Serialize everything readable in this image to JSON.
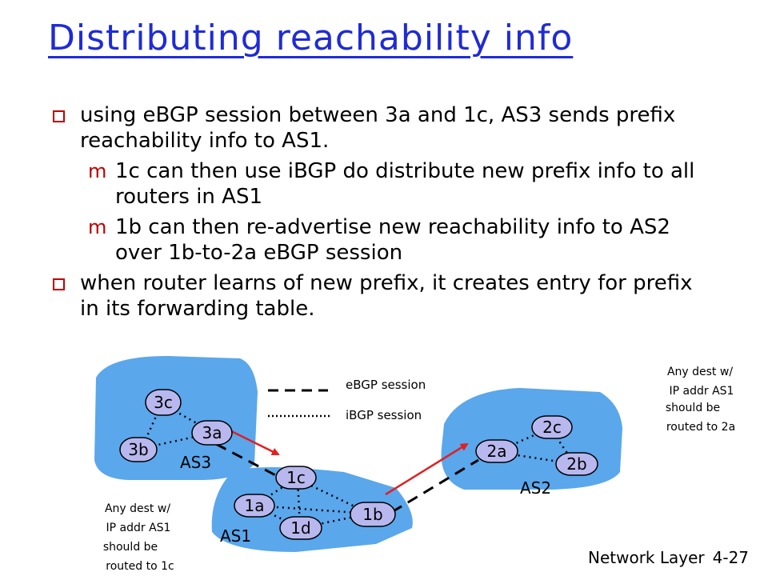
{
  "title": "Distributing reachability info",
  "bullets": [
    {
      "text": "using eBGP session between 3a and 1c, AS3 sends prefix reachability info to AS1."
    },
    {
      "text": "1c can then use iBGP do distribute new prefix info to all routers in AS1"
    },
    {
      "text": "1b can then re-advertise new reachability info to AS2 over 1b-to-2a eBGP session"
    },
    {
      "text": "when router learns of new prefix, it creates entry for prefix in its forwarding table."
    }
  ],
  "diagram": {
    "as_labels": {
      "as3": "AS3",
      "as1": "AS1",
      "as2": "AS2"
    },
    "routers": {
      "r3c": "3c",
      "r3a": "3a",
      "r3b": "3b",
      "r1c": "1c",
      "r1a": "1a",
      "r1d": "1d",
      "r1b": "1b",
      "r2c": "2c",
      "r2a": "2a",
      "r2b": "2b"
    },
    "legend": {
      "ebgp": "eBGP session",
      "ibgp": "iBGP session"
    },
    "note_right": [
      "Any dest w/",
      "IP addr AS1",
      "should be",
      "routed to 2a"
    ],
    "note_left": [
      "Any dest w/",
      "IP addr AS1",
      "should be",
      "routed to 1c"
    ],
    "colors": {
      "cloud": "#5aa7ec",
      "router": "#b8b8ee",
      "title": "#1f2bd6",
      "bullet": "#c00000",
      "arrow": "#e02020"
    }
  },
  "footer": {
    "label": "Network Layer",
    "page": "4-27"
  }
}
